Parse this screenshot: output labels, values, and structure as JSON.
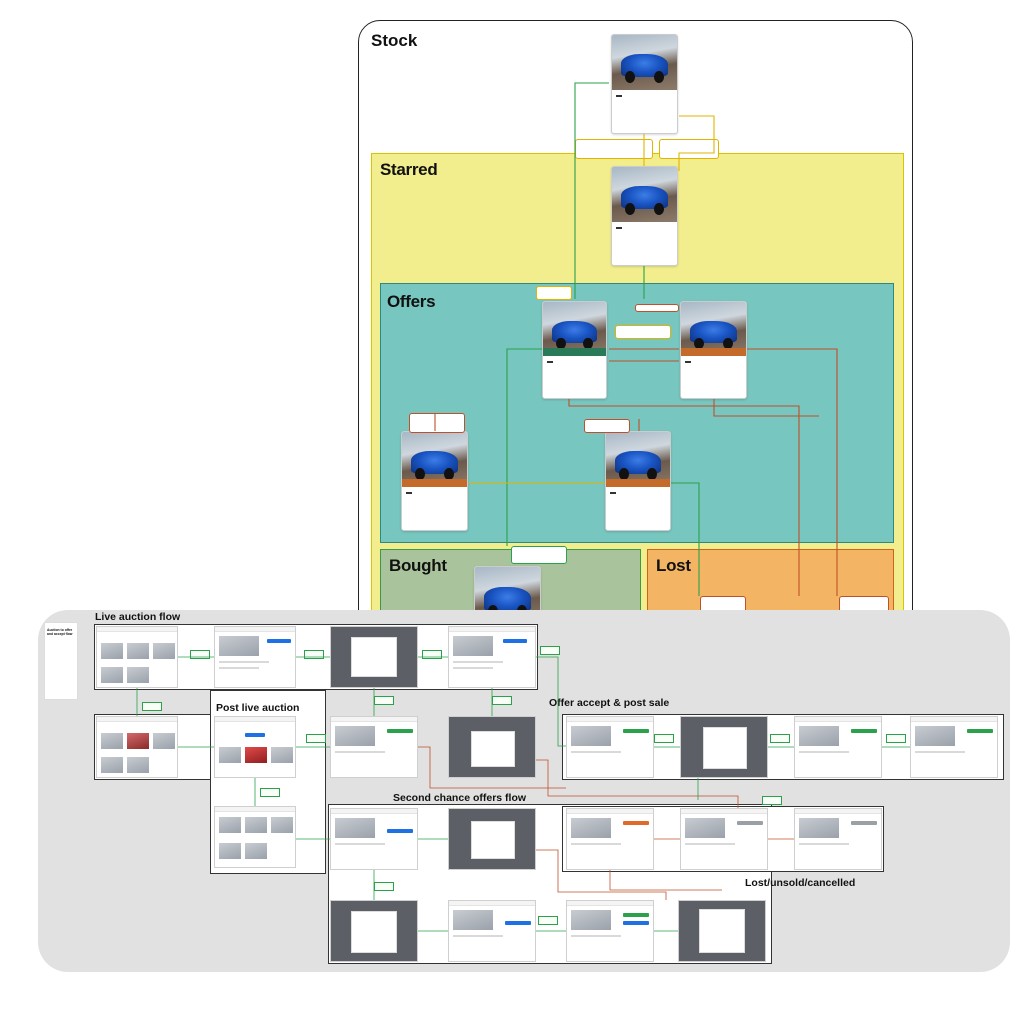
{
  "board": {
    "sections": {
      "stock": "Stock",
      "starred": "Starred",
      "offers": "Offers",
      "bought": "Bought",
      "lost": "Lost"
    },
    "colors": {
      "starred": "#f2ee8d",
      "offers": "#77c6bf",
      "bought": "#a9c49d",
      "lost": "#f3b564"
    }
  },
  "flow": {
    "frames": {
      "live_auction": "Live auction flow",
      "post_live": "Post live auction",
      "offer_accept": "Offer accept & post sale",
      "second_chance": "Second chance offers flow",
      "lost_unsold": "Lost/unsold/cancelled"
    },
    "cover_title": "Auction to offer and accept flow"
  }
}
